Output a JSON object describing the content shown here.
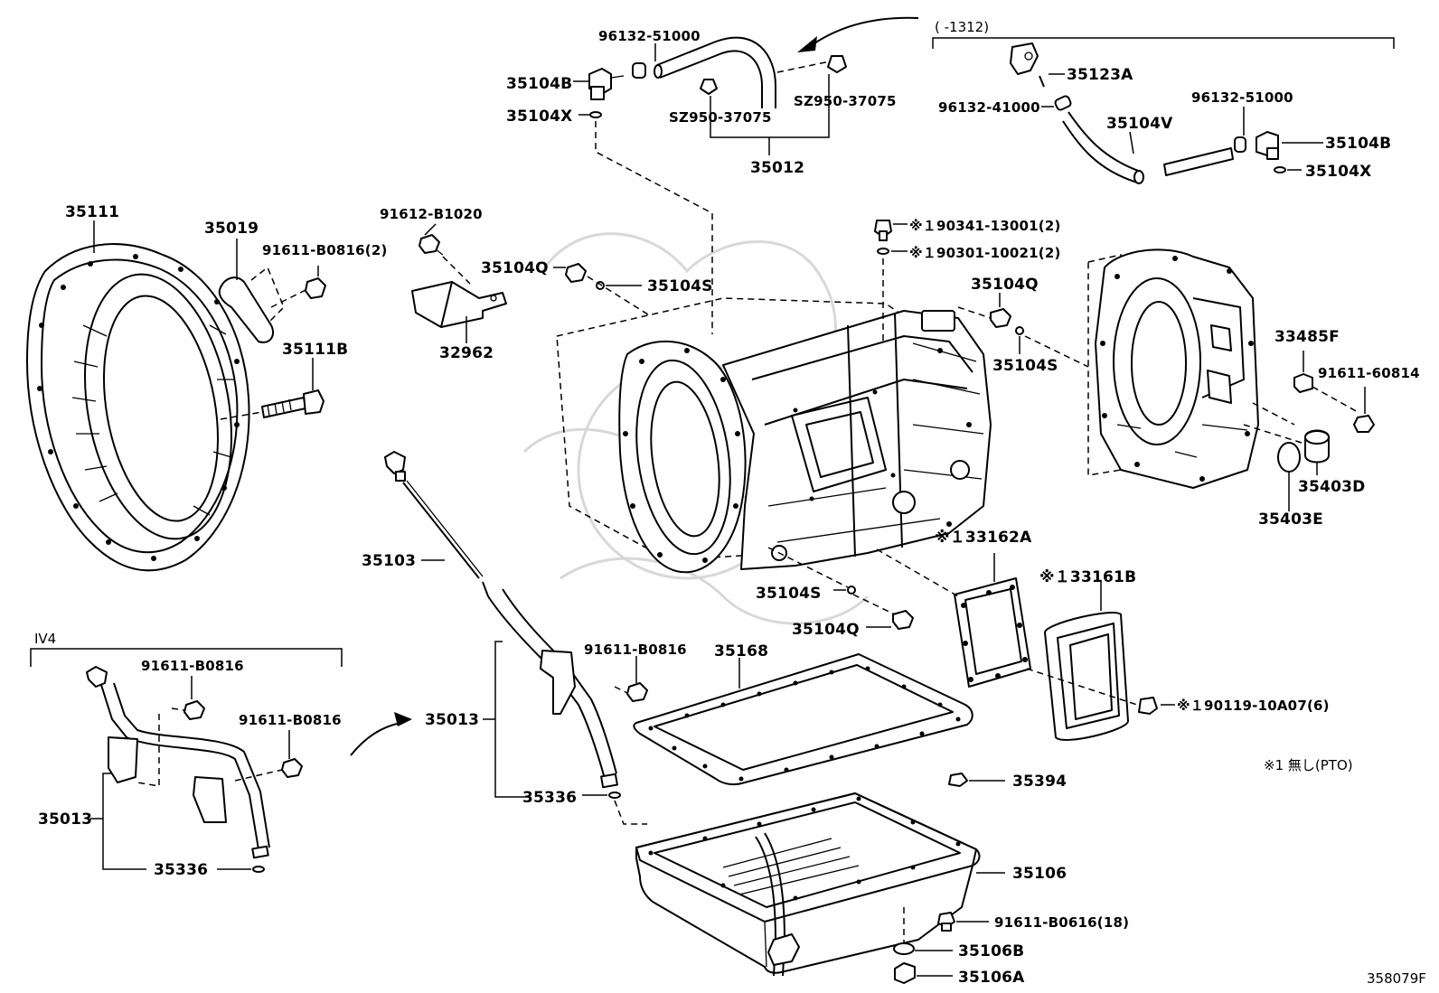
{
  "labels": {
    "p96132_51000_top": "96132-51000",
    "p35104B_left": "35104B",
    "p35104X_left": "35104X",
    "sz950_left": "SZ950-37075",
    "sz950_right": "SZ950-37075",
    "p35012": "35012",
    "bracket_top_note": "(      -1312)",
    "p35123A": "35123A",
    "p96132_41000": "96132-41000",
    "p96132_51000_right": "96132-51000",
    "p35104V": "35104V",
    "p35104B_right": "35104B",
    "p35104X_right": "35104X",
    "p35111": "35111",
    "p35019": "35019",
    "p91611_B0816_2": "91611-B0816(2)",
    "p91612_B1020": "91612-B1020",
    "p35104Q_top": "35104Q",
    "p35104S_top": "35104S",
    "p32962": "32962",
    "p35111B": "35111B",
    "p90341": "※１90341-13001(2)",
    "p90301": "※１90301-10021(2)",
    "p35104Q_right": "35104Q",
    "p35104S_right": "35104S",
    "p33485F": "33485F",
    "p91611_60814": "91611-60814",
    "p35403D": "35403D",
    "p35403E": "35403E",
    "p33162A": "※１33162A",
    "p33161B": "※１33161B",
    "p35103": "35103",
    "p35104S_mid": "35104S",
    "p35104Q_mid": "35104Q",
    "p91611_B0816_mid": "91611-B0816",
    "p35168": "35168",
    "p90119": "※１90119-10A07(6)",
    "iv4": "IV4",
    "p91611_B0816_iv4_a": "91611-B0816",
    "p91611_B0816_iv4_b": "91611-B0816",
    "p35013_mid": "35013",
    "p35013_left": "35013",
    "p35336_mid": "35336",
    "p35336_left": "35336",
    "p35394": "35394",
    "footnote": "※1  無し(PTO)",
    "p35106": "35106",
    "p91611_B0616": "91611-B0616(18)",
    "p35106B": "35106B",
    "p35106A": "35106A",
    "diagram_id": "358079F"
  }
}
